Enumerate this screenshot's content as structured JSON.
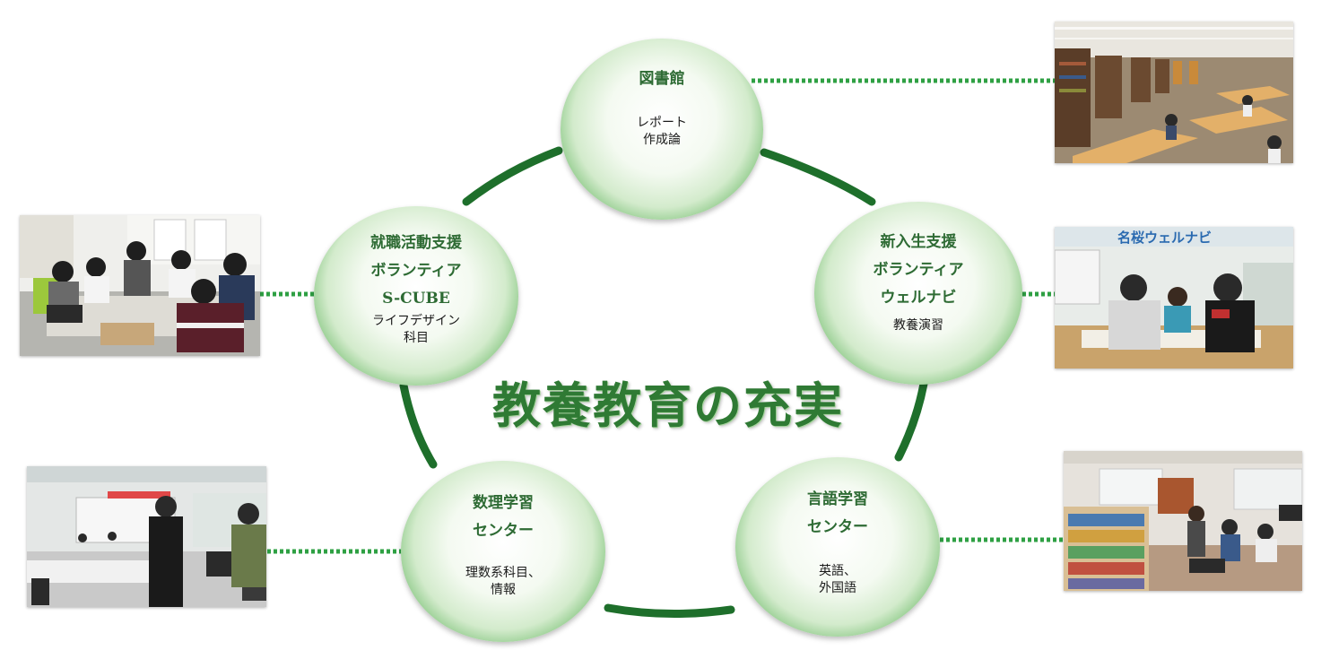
{
  "main_title": "教養教育の充実",
  "colors": {
    "arc": "#1e6f2b",
    "connector": "#2ea043",
    "title": "#2f7a34"
  },
  "nodes": [
    {
      "id": "library",
      "title": [
        "図書館"
      ],
      "sub": [
        "レポート",
        "作成論"
      ]
    },
    {
      "id": "newstudent",
      "title": [
        "新入生支援",
        "ボランティア",
        "ウェルナビ"
      ],
      "sub": [
        "教養演習"
      ]
    },
    {
      "id": "language",
      "title": [
        "言語学習",
        "センター"
      ],
      "sub": [
        "英語、",
        "外国語"
      ]
    },
    {
      "id": "math",
      "title": [
        "数理学習",
        "センター"
      ],
      "sub": [
        "理数系科目、",
        "情報"
      ]
    },
    {
      "id": "career",
      "title": [
        "就職活動支援",
        "ボランティア",
        "S-CUBE"
      ],
      "sub": [
        "ライフデザイン",
        "科目"
      ]
    }
  ],
  "photos": [
    {
      "id": "library-photo",
      "scene": "library"
    },
    {
      "id": "newstudent-photo",
      "scene": "welnavi",
      "sign": "名桜ウェルナビ"
    },
    {
      "id": "language-photo",
      "scene": "language"
    },
    {
      "id": "math-photo",
      "scene": "math"
    },
    {
      "id": "career-photo",
      "scene": "career"
    }
  ]
}
